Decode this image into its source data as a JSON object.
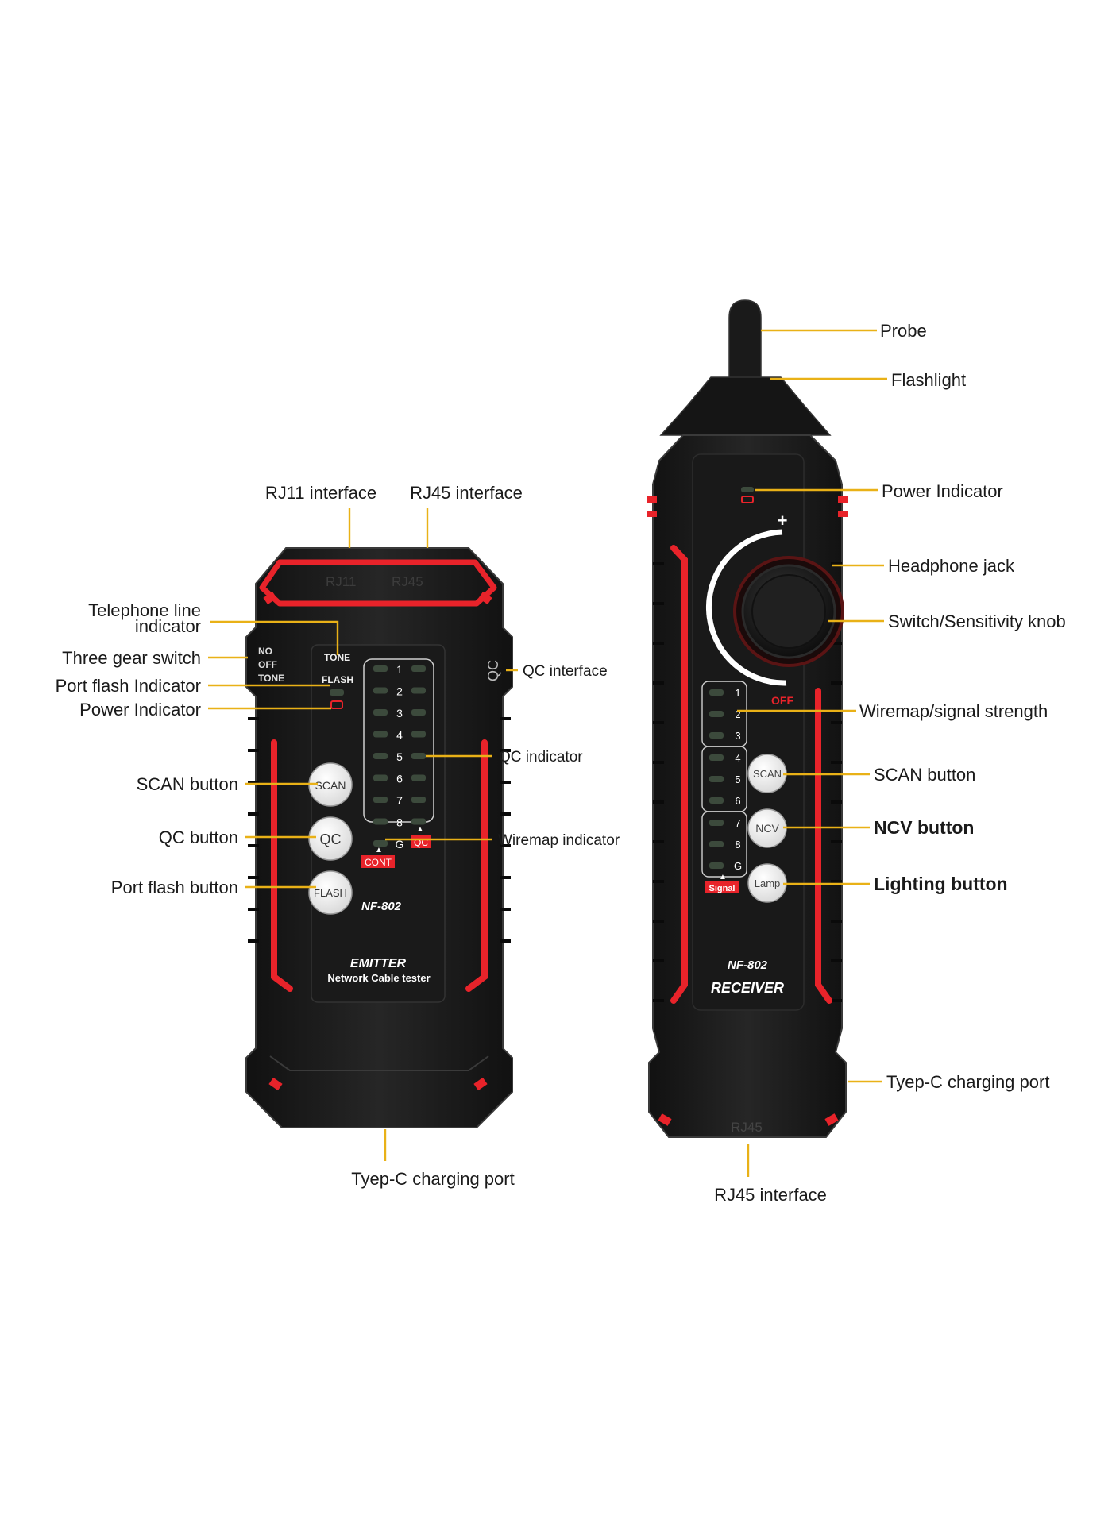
{
  "emitter": {
    "top_labels": [
      "RJ11",
      "RJ45"
    ],
    "switch_positions": [
      "NO",
      "OFF",
      "TONE"
    ],
    "mode_labels": {
      "tone": "TONE",
      "flash": "FLASH"
    },
    "side_label": "QC",
    "led_numbers": [
      "1",
      "2",
      "3",
      "4",
      "5",
      "6",
      "7",
      "8",
      "G"
    ],
    "buttons": {
      "scan": "SCAN",
      "qc": "QC",
      "flash": "FLASH"
    },
    "tags": {
      "cont": "CONT",
      "qc": "QC"
    },
    "model": "NF-802",
    "title": "EMITTER",
    "subtitle": "Network Cable tester",
    "callouts": {
      "rj11": "RJ11 interface",
      "rj45": "RJ45 interface",
      "telephone_1": "Telephone line",
      "telephone_2": "indicator",
      "three_gear": "Three gear switch",
      "port_flash_indicator": "Port flash Indicator",
      "power": "Power Indicator",
      "scan": "SCAN button",
      "qc": "QC button",
      "port_flash_button": "Port flash button",
      "qc_interface": "QC interface",
      "qc_indicator": "QC indicator",
      "wiremap": "Wiremap indicator",
      "typec": "Tyep-C charging port"
    }
  },
  "receiver": {
    "knob_plus": "+",
    "knob_off": "OFF",
    "led_numbers": [
      "1",
      "2",
      "3",
      "4",
      "5",
      "6",
      "7",
      "8",
      "G"
    ],
    "buttons": {
      "scan": "SCAN",
      "ncv": "NCV",
      "lamp": "Lamp"
    },
    "signal_tag": "Signal",
    "model": "NF-802",
    "title": "RECEIVER",
    "bottom_port": "RJ45",
    "callouts": {
      "probe": "Probe",
      "flashlight": "Flashlight",
      "power": "Power Indicator",
      "headphone": "Headphone jack",
      "knob": "Switch/Sensitivity knob",
      "wiremap": "Wiremap/signal strength",
      "scan": "SCAN button",
      "ncv": "NCV button",
      "lighting": "Lighting button",
      "typec": "Tyep-C charging port",
      "rj45": "RJ45 interface"
    }
  },
  "colors": {
    "body": "#1c1c1c",
    "body_edge": "#2e2e2e",
    "accent_red": "#e8232a",
    "leader": "#e9b117",
    "led_off": "#3c4a3c"
  }
}
